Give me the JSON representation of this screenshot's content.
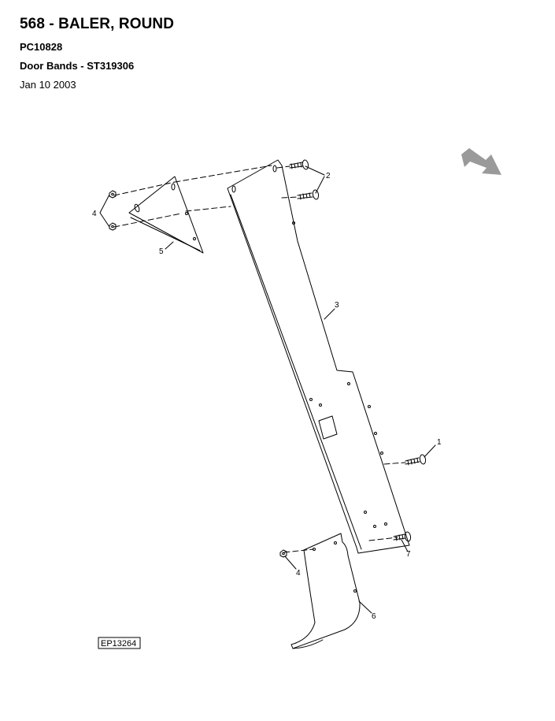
{
  "header": {
    "title": "568 - BALER, ROUND",
    "code": "PC10828",
    "subtitle": "Door Bands - ST319306",
    "date": "Jan 10 2003"
  },
  "diagram": {
    "figure_id": "EP13264",
    "callouts": {
      "c1": "1",
      "c2": "2",
      "c3": "3",
      "c4a": "4",
      "c4b": "4",
      "c5": "5",
      "c6": "6",
      "c7": "7"
    },
    "nav_icon": "arrow-right-down-icon",
    "colors": {
      "line": "#000000",
      "arrow": "#9a9a9a"
    }
  }
}
